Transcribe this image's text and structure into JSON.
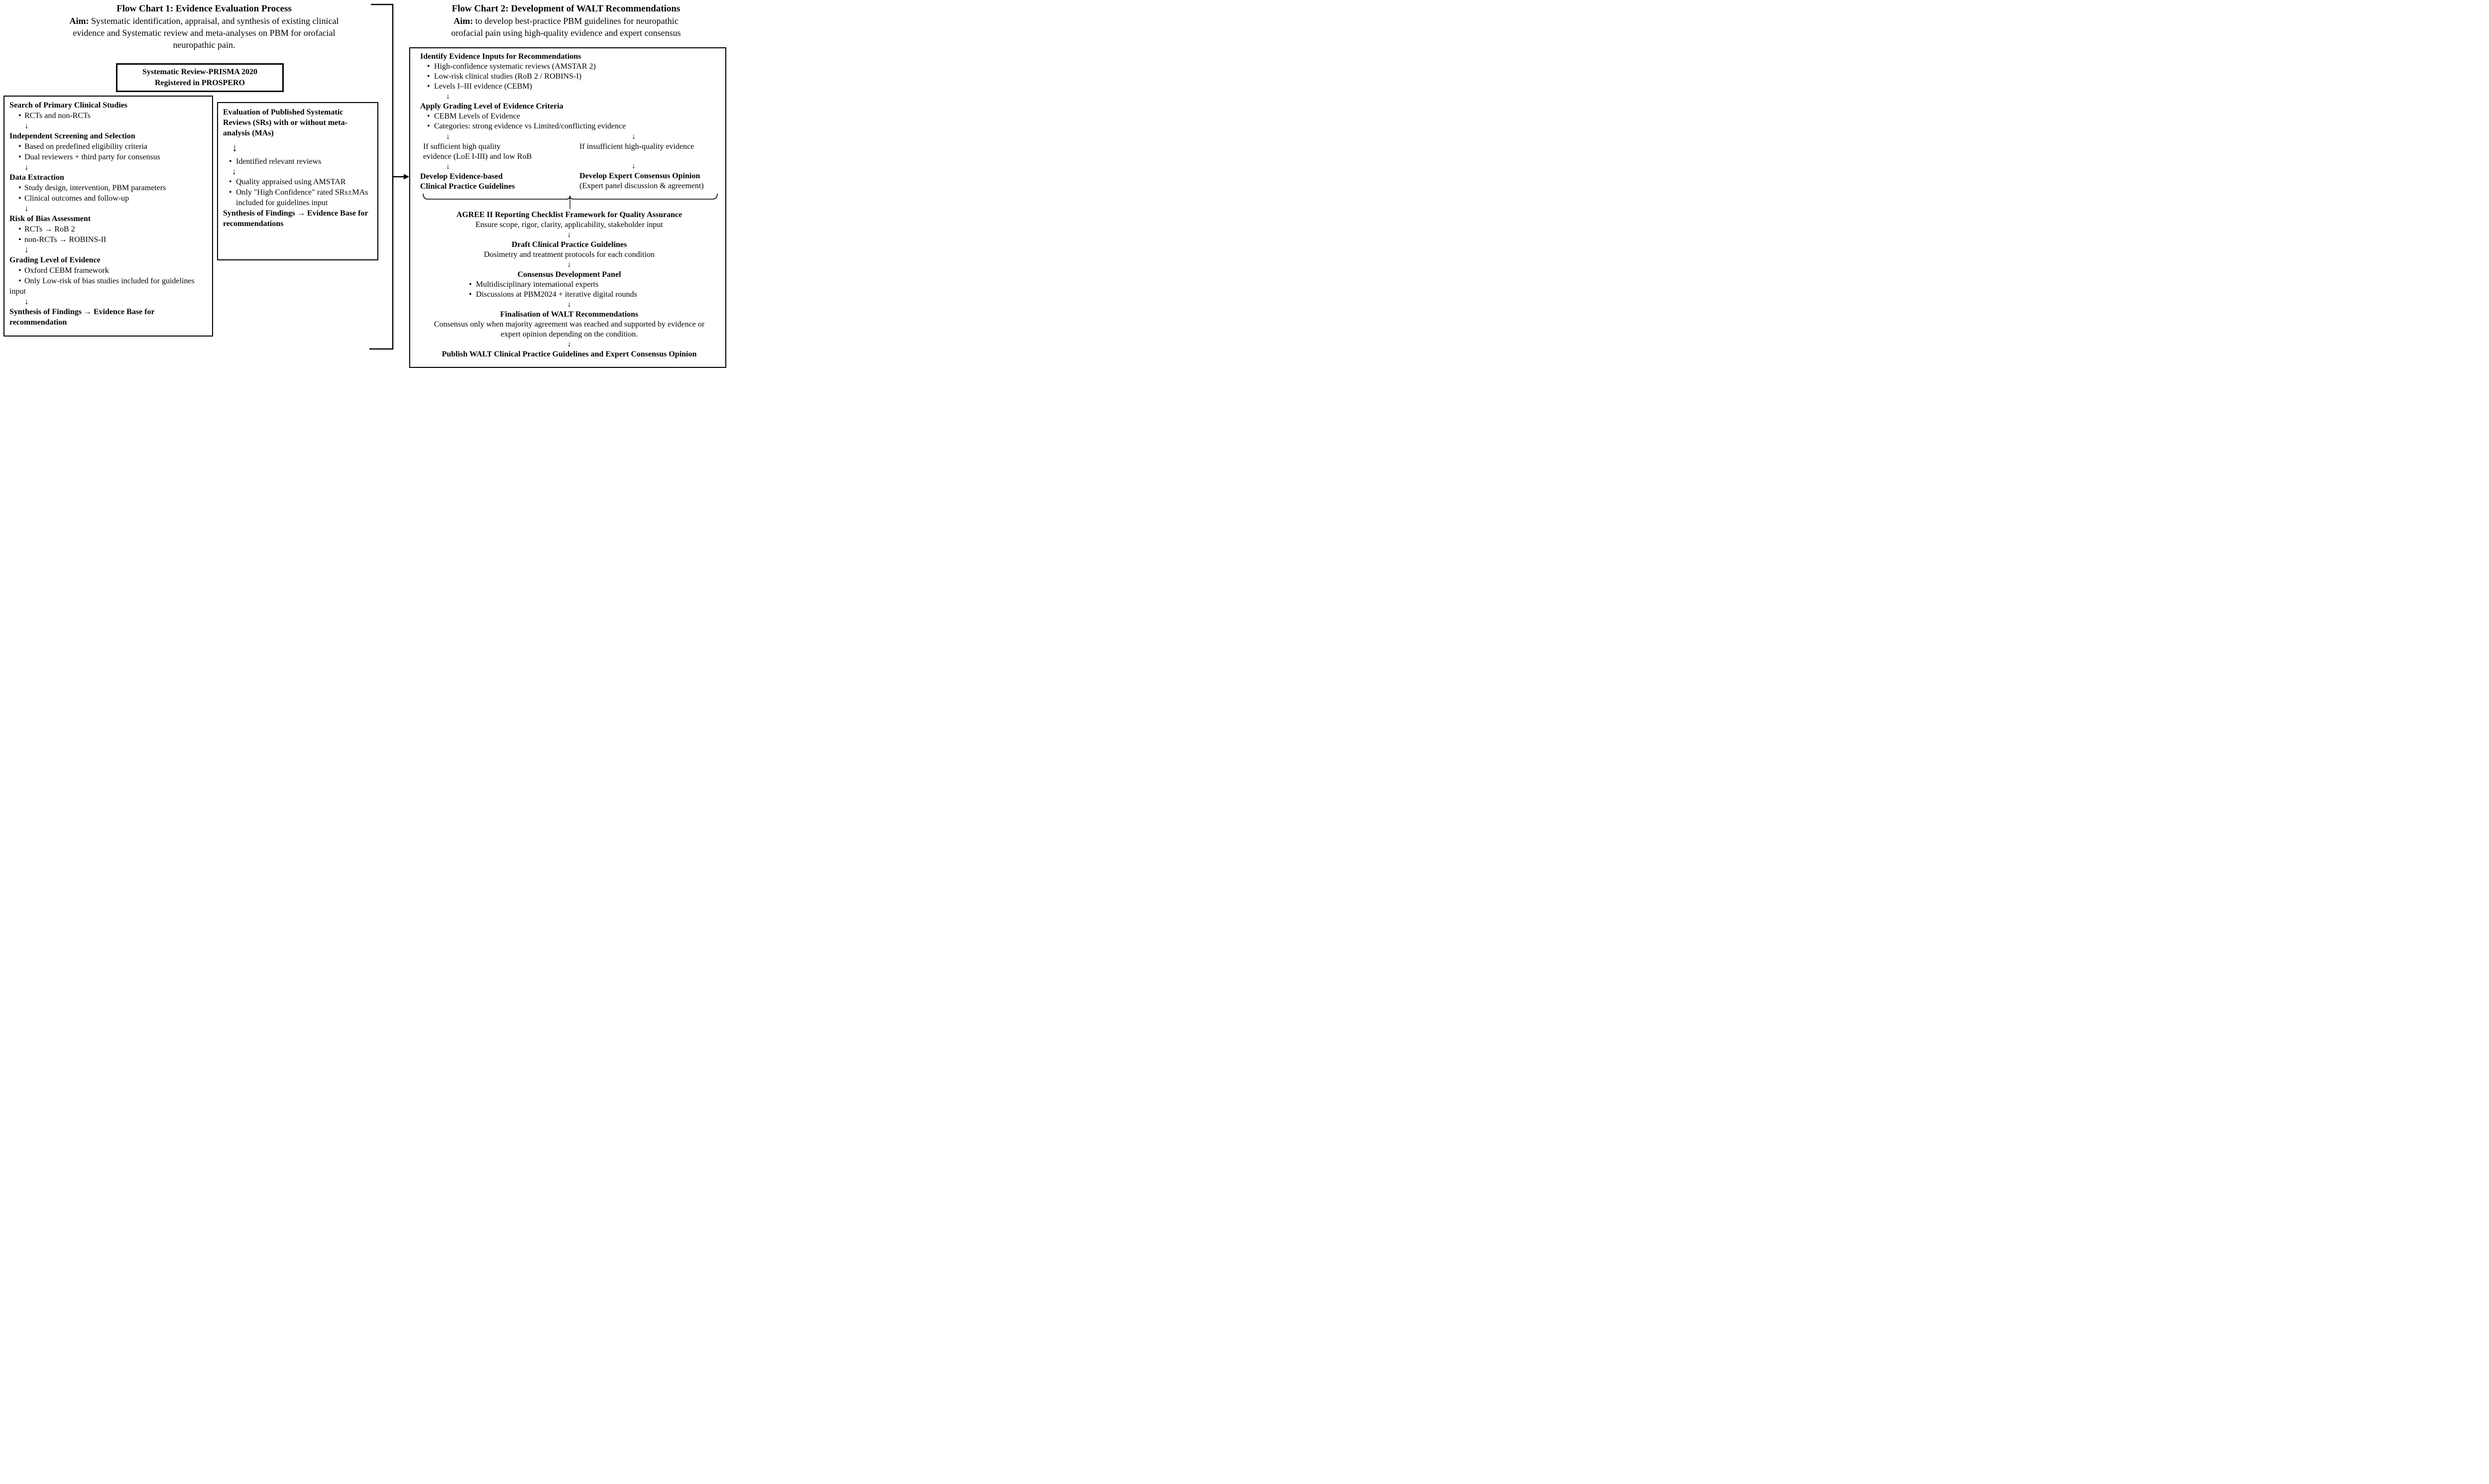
{
  "glyphs": {
    "down_arrow": "↓"
  },
  "chart1": {
    "title": "Flow Chart 1: Evidence Evaluation Process",
    "aim_label": "Aim:",
    "aim_line1": " Systematic identification, appraisal, and synthesis of existing clinical",
    "aim_line2": "evidence and Systematic review and meta-analyses on PBM for orofacial",
    "aim_line3": "neuropathic pain.",
    "prisma_box": {
      "line1": "Systematic Review-PRISMA 2020",
      "line2": "Registered in PROSPERO"
    },
    "process_box": {
      "steps": [
        {
          "heading": "Search of Primary Clinical Studies",
          "bullets": [
            "RCTs and non-RCTs"
          ]
        },
        {
          "heading": "Independent Screening and Selection",
          "bullets": [
            "Based on predefined eligibility criteria",
            "Dual reviewers + third party for consensus"
          ]
        },
        {
          "heading": "Data Extraction",
          "bullets": [
            "Study design, intervention, PBM parameters",
            "Clinical outcomes and follow-up"
          ]
        },
        {
          "heading": "Risk of Bias Assessment",
          "bullets": [
            "RCTs → RoB 2",
            "non-RCTs → ROBINS-II"
          ]
        },
        {
          "heading": "Grading Level of Evidence",
          "bullets": [
            "Oxford CEBM framework",
            "Only Low-risk of bias studies included for guidelines input"
          ]
        },
        {
          "heading": "Synthesis of Findings → Evidence Base for recommendation",
          "bullets": []
        }
      ]
    }
  },
  "sr_box": {
    "heading": "Evaluation of Published Systematic Reviews (SRs) with or without meta-analysis (MAs)",
    "bullets": [
      "Identified relevant reviews",
      "Quality appraised using AMSTAR",
      "Only \"High Confidence\" rated SRs±MAs included for guidelines input"
    ],
    "footer": "Synthesis of Findings → Evidence Base for recommendations"
  },
  "chart2": {
    "title": "Flow Chart 2: Development of WALT Recommendations",
    "aim_label": "Aim:",
    "aim_line1": " to develop best-practice PBM guidelines for neuropathic",
    "aim_line2": "orofacial pain using high-quality evidence and expert consensus",
    "box": {
      "identify": {
        "heading": "Identify Evidence Inputs for Recommendations",
        "bullets": [
          "High-confidence systematic reviews (AMSTAR 2)",
          "Low-risk clinical studies (RoB 2 / ROBINS-I)",
          "Levels I–III evidence (CEBM)"
        ]
      },
      "apply": {
        "heading": "Apply Grading Level of Evidence Criteria",
        "bullets": [
          "CEBM Levels of Evidence",
          "Categories: strong evidence vs Limited/conflicting evidence"
        ]
      },
      "branch_left": {
        "condition_line1": "If sufficient high quality",
        "condition_line2": "evidence (LoE I-III) and low RoB",
        "outcome_line1": "Develop Evidence-based",
        "outcome_line2": "Clinical Practice Guidelines"
      },
      "branch_right": {
        "condition": "If insufficient high-quality evidence",
        "outcome": "Develop Expert Consensus Opinion",
        "outcome_note": "(Expert panel discussion & agreement)"
      },
      "agree": {
        "heading": "AGREE II Reporting Checklist Framework for Quality Assurance",
        "sub": "Ensure scope, rigor, clarity, applicability, stakeholder input"
      },
      "draft": {
        "heading": "Draft Clinical Practice Guidelines",
        "sub": "Dosimetry and treatment protocols for each condition"
      },
      "panel": {
        "heading": "Consensus Development Panel",
        "bullets": [
          "Multidisciplinary international experts",
          "Discussions at PBM2024 + iterative digital rounds"
        ]
      },
      "finalisation": {
        "heading": "Finalisation of WALT Recommendations",
        "sub": "Consensus only when majority agreement was reached and supported by evidence or expert opinion depending on the condition."
      },
      "publish": {
        "heading": "Publish WALT Clinical Practice Guidelines and Expert Consensus Opinion"
      }
    }
  }
}
